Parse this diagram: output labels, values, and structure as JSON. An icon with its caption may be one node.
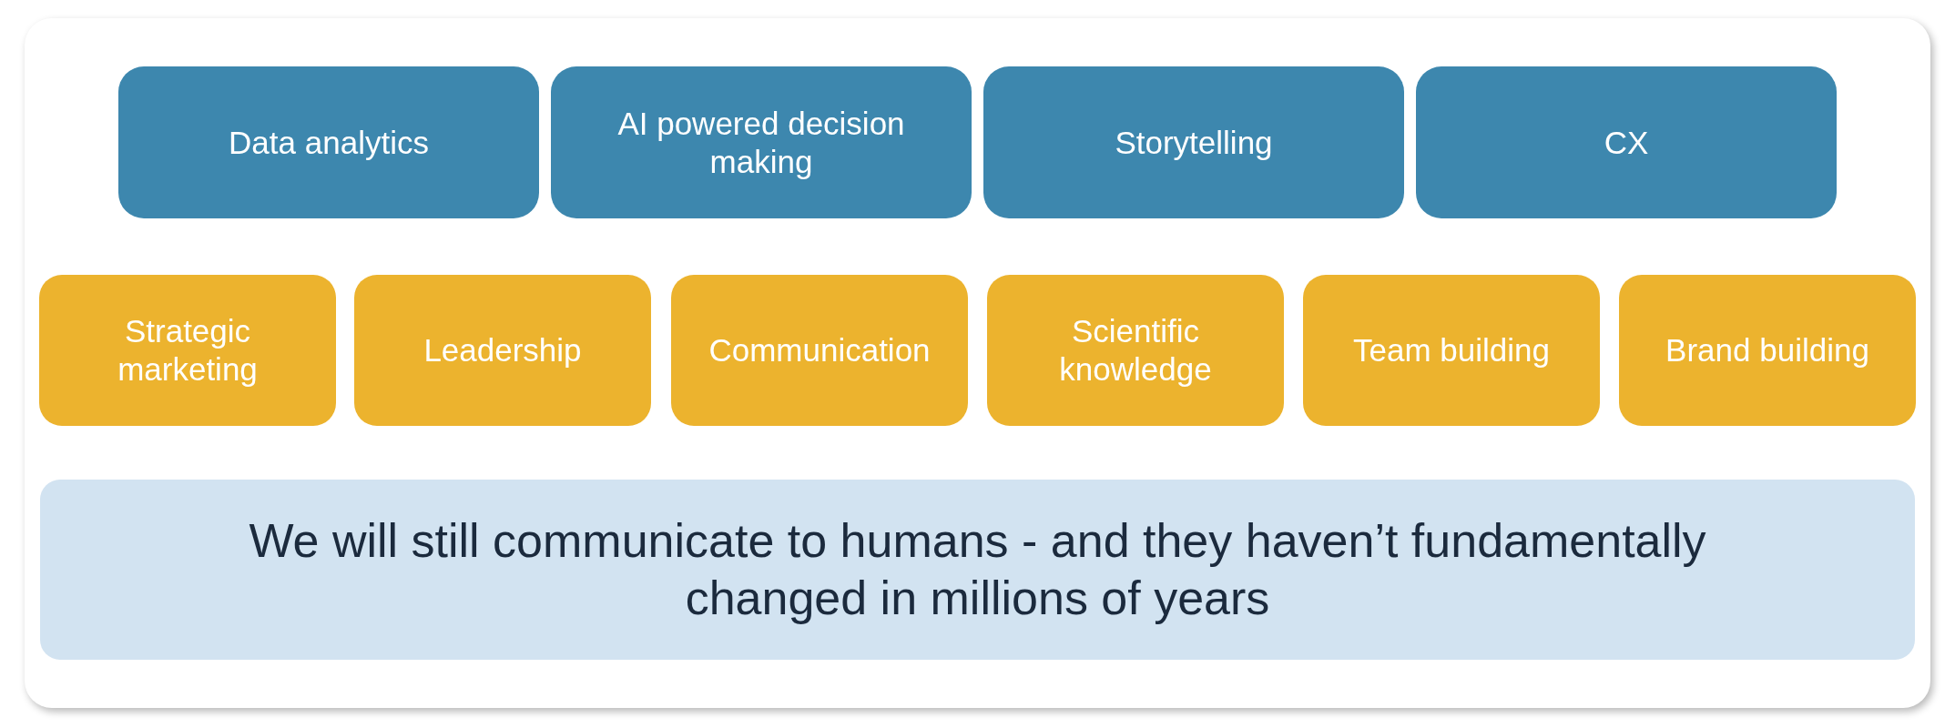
{
  "diagram": {
    "nodes": [
      {
        "text": [
          "Data analytics"
        ]
      },
      {
        "text": [
          "AI powered decision making"
        ]
      },
      {
        "text": [
          "Storytelling"
        ]
      },
      {
        "text": [
          "CX"
        ]
      },
      {
        "text": [
          "Strategic marketing"
        ]
      },
      {
        "text": [
          "Leadership"
        ]
      },
      {
        "text": [
          "Communication"
        ]
      },
      {
        "text": [
          "Scientific knowledge"
        ]
      },
      {
        "text": [
          "Team building"
        ]
      },
      {
        "text": [
          "Brand building"
        ]
      },
      {
        "text": [
          "We will still communicate to humans - and they haven’t fundamentally changed in millions of years"
        ]
      }
    ]
  }
}
